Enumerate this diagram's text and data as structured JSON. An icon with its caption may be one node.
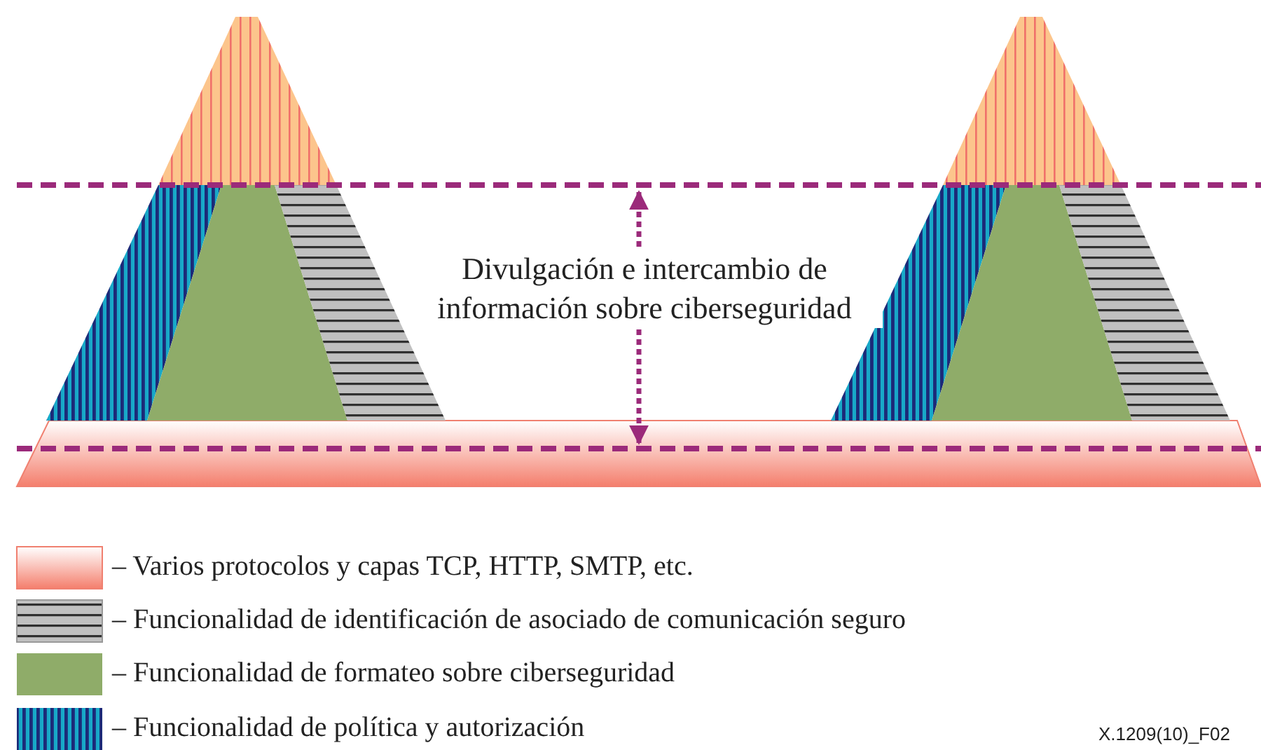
{
  "diagram": {
    "labels": [
      "Divulgación e intercambio de información sobre ciberseguridad",
      "X.1209(10)_F02"
    ],
    "legend": [
      {
        "text": "– Varios protocolos y capas TCP, HTTP, SMTP, etc."
      },
      {
        "text": "– Funcionalidad de identificación de asociado de comunicación seguro"
      },
      {
        "text": "– Funcionalidad de formateo sobre ciberseguridad",
        "color": "#8fac69"
      },
      {
        "text": "– Funcionalidad de política y autorización"
      }
    ]
  }
}
